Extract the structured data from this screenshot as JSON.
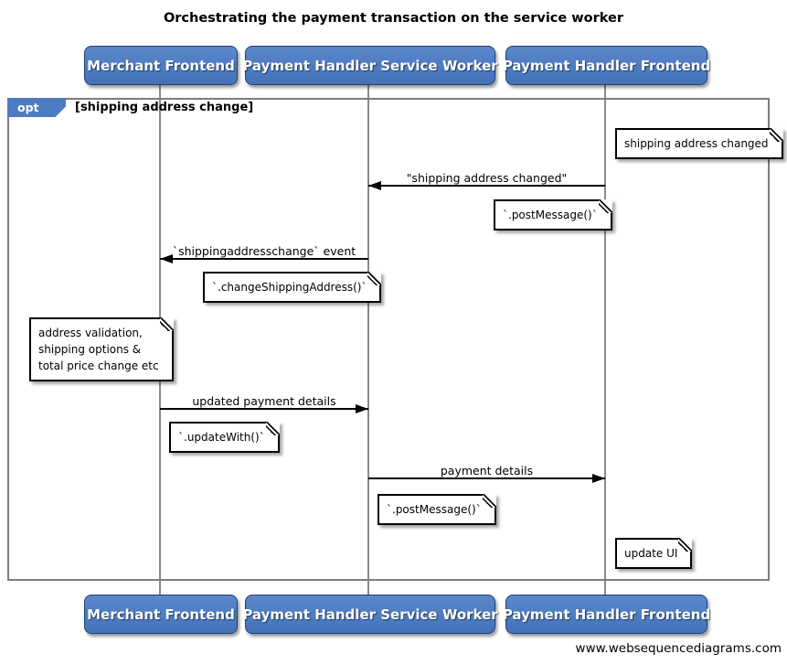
{
  "title": "Orchestrating the payment transaction on the service worker",
  "watermark": "www.websequencediagrams.com",
  "frame": {
    "operator": "opt",
    "guard": "[shipping address change]"
  },
  "participants": [
    {
      "label": "Merchant Frontend"
    },
    {
      "label": "Payment Handler Service Worker"
    },
    {
      "label": "Payment Handler Frontend"
    }
  ],
  "messages": [
    {
      "label": "\"shipping address changed\"",
      "from": "Payment Handler Frontend",
      "to": "Payment Handler Service Worker",
      "direction": "left"
    },
    {
      "label": "`shippingaddresschange` event",
      "from": "Payment Handler Service Worker",
      "to": "Merchant Frontend",
      "direction": "left"
    },
    {
      "label": "updated payment details",
      "from": "Merchant Frontend",
      "to": "Payment Handler Service Worker",
      "direction": "right"
    },
    {
      "label": "payment details",
      "from": "Payment Handler Service Worker",
      "to": "Payment Handler Frontend",
      "direction": "right"
    }
  ],
  "notes": [
    {
      "text": "shipping address changed",
      "over": "Payment Handler Frontend"
    },
    {
      "text": "`.postMessage()`",
      "over": "Payment Handler Service Worker"
    },
    {
      "text": "`.changeShippingAddress()`",
      "over": "Merchant Frontend"
    },
    {
      "lines": [
        "address validation,",
        "shipping options &",
        "total price change etc"
      ],
      "over": "Merchant Frontend"
    },
    {
      "text": "`.updateWith()`",
      "over": "Merchant Frontend"
    },
    {
      "text": "`.postMessage()`",
      "over": "Payment Handler Service Worker"
    },
    {
      "text": "update UI",
      "over": "Payment Handler Frontend"
    }
  ],
  "colors": {
    "participant_fill": "#4d7cc2",
    "participant_border": "#20406f",
    "frame_border": "#7d7d7d",
    "lifeline": "#8a8a8a",
    "arrow": "#000000",
    "note_fill": "#ffffff"
  }
}
